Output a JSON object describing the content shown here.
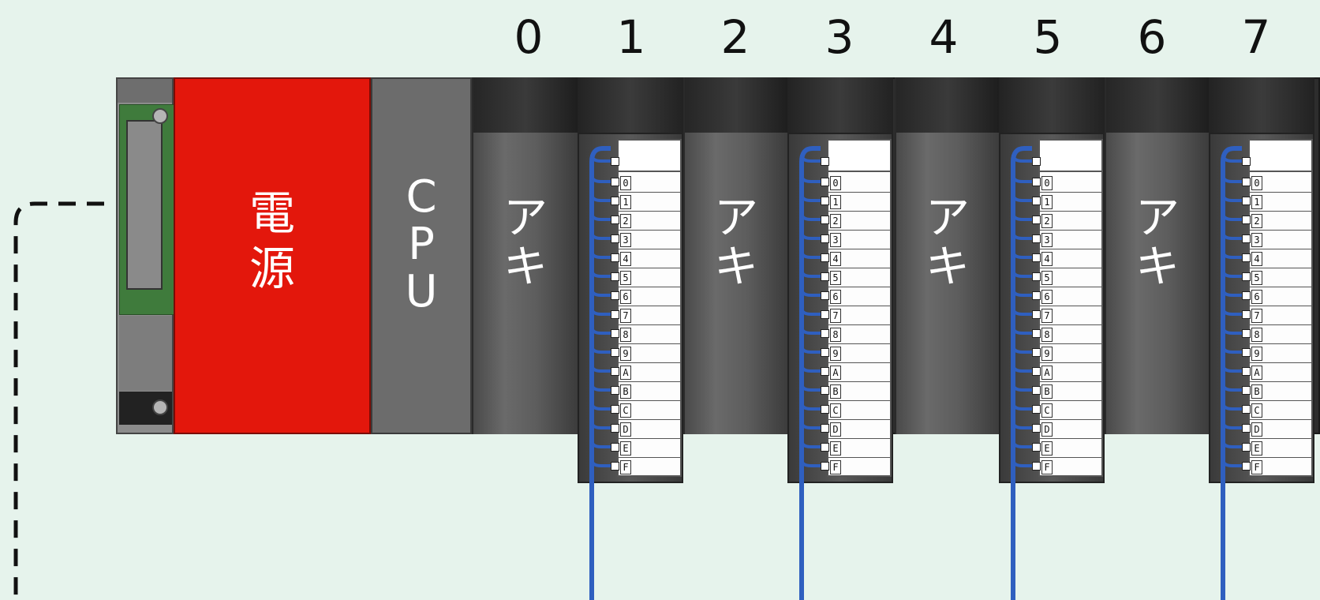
{
  "slot_numbers": [
    "0",
    "1",
    "2",
    "3",
    "4",
    "5",
    "6",
    "7"
  ],
  "power_supply_label": "電源",
  "cpu_label": "CPU",
  "empty_slot_label": "アキ",
  "terminal_addresses": [
    "0",
    "1",
    "2",
    "3",
    "4",
    "5",
    "6",
    "7",
    "8",
    "9",
    "A",
    "B",
    "C",
    "D",
    "E",
    "F"
  ],
  "colors": {
    "background": "#e6f3ec",
    "power_supply": "#e3170c",
    "cable": "#2f5fbf",
    "pcb": "#3f7b3c"
  }
}
